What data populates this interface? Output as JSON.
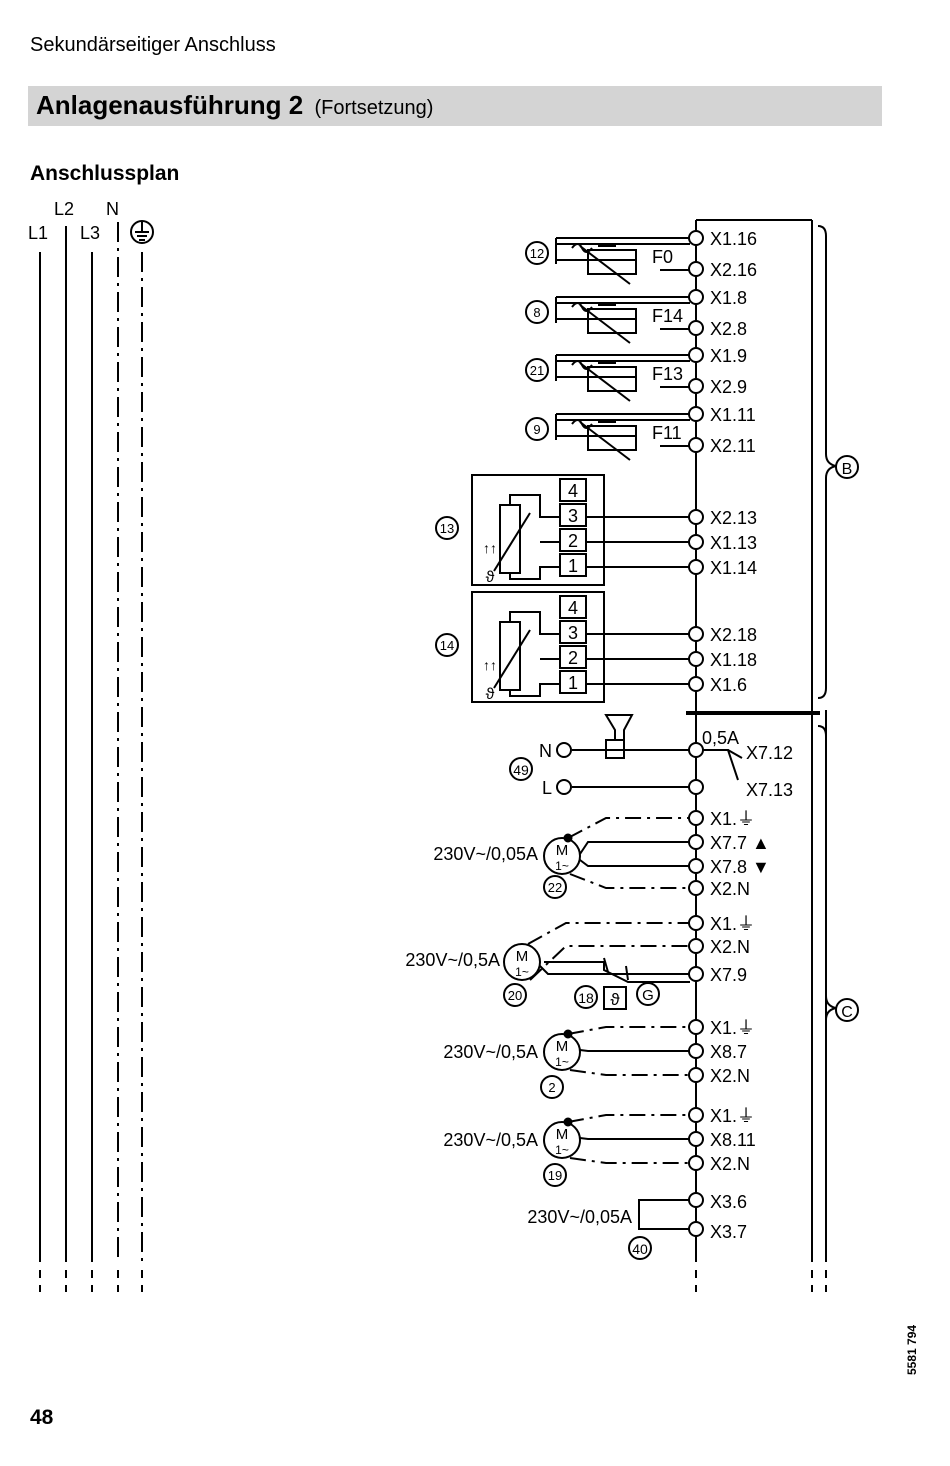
{
  "header": {
    "section_title": "Sekundärseitiger Anschluss",
    "title": "Anlagenausführung 2",
    "title_suffix": "(Fortsetzung)"
  },
  "section": "Anschlussplan",
  "supply_lines": [
    "L1",
    "L2",
    "L3",
    "N"
  ],
  "thermostats": [
    {
      "num": "12",
      "label": "F0",
      "top": "X1.16",
      "bottom": "X2.16"
    },
    {
      "num": "8",
      "label": "F14",
      "top": "X1.8",
      "bottom": "X2.8"
    },
    {
      "num": "21",
      "label": "F13",
      "top": "X1.9",
      "bottom": "X2.9"
    },
    {
      "num": "9",
      "label": "F11",
      "top": "X1.11",
      "bottom": "X2.11"
    }
  ],
  "sensors": [
    {
      "num": "13",
      "pins": [
        "4",
        "3",
        "2",
        "1"
      ],
      "terminals": [
        "X2.13",
        "X1.13",
        "X1.14"
      ]
    },
    {
      "num": "14",
      "pins": [
        "4",
        "3",
        "2",
        "1"
      ],
      "terminals": [
        "X2.18",
        "X1.18",
        "X1.6"
      ]
    }
  ],
  "brackets": {
    "upper": "B",
    "lower": "C"
  },
  "signal": {
    "num": "49",
    "n": "N",
    "l": "L",
    "fuse": "0,5A",
    "terminals": [
      "X7.12",
      "X7.13"
    ]
  },
  "motors": [
    {
      "num": "22",
      "rating": "230V~/0,05A",
      "m": "M",
      "phase": "1~",
      "terminals": [
        "X1.⏚",
        "X7.7 ▲",
        "X7.8 ▼",
        "X2.N"
      ]
    },
    {
      "num": "20",
      "rating": "230V~/0,5A",
      "m": "M",
      "phase": "1~",
      "terminals": [
        "X1.⏚",
        "X2.N",
        "X7.9"
      ],
      "aux_num": "18",
      "aux_symbol": "ϑ",
      "aux_letter": "G"
    },
    {
      "num": "2",
      "rating": "230V~/0,5A",
      "m": "M",
      "phase": "1~",
      "terminals": [
        "X1.⏚",
        "X8.7",
        "X2.N"
      ]
    },
    {
      "num": "19",
      "rating": "230V~/0,5A",
      "m": "M",
      "phase": "1~",
      "terminals": [
        "X1.⏚",
        "X8.11",
        "X2.N"
      ]
    }
  ],
  "load40": {
    "num": "40",
    "rating": "230V~/0,05A",
    "terminals": [
      "X3.6",
      "X3.7"
    ]
  },
  "footer": {
    "page": "48",
    "doc_id": "5581 794"
  }
}
